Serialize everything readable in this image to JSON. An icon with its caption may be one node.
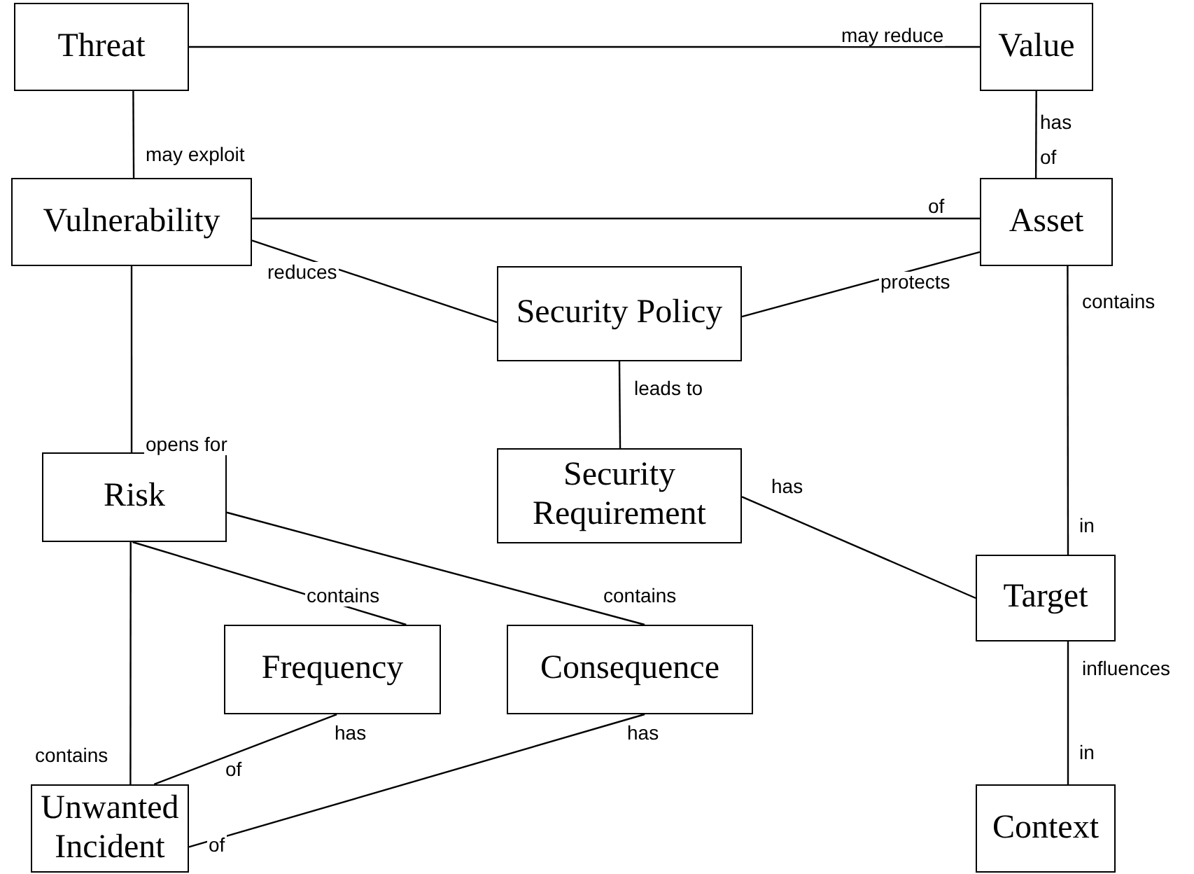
{
  "diagram": {
    "nodes": [
      {
        "text": [
          "Threat"
        ]
      },
      {
        "text": [
          "Value"
        ]
      },
      {
        "text": [
          "Vulnerability"
        ]
      },
      {
        "text": [
          "Asset"
        ]
      },
      {
        "text": [
          "Security Policy"
        ]
      },
      {
        "text": [
          "Risk"
        ]
      },
      {
        "text": [
          "Security Requirement"
        ]
      },
      {
        "text": [
          "Target"
        ]
      },
      {
        "text": [
          "Frequency"
        ]
      },
      {
        "text": [
          "Consequence"
        ]
      },
      {
        "text": [
          "Context"
        ]
      },
      {
        "text": [
          "Unwanted Incident"
        ]
      }
    ],
    "edges": [
      {
        "from": 0,
        "to": 1,
        "arrow": "none",
        "label": "may reduce"
      },
      {
        "from": 0,
        "to": 2,
        "arrow": "none",
        "label": "may exploit"
      },
      {
        "from": 1,
        "to": 3,
        "arrow": "none",
        "label": "has"
      },
      {
        "from": 2,
        "to": 3,
        "arrow": "none",
        "label": "of"
      },
      {
        "from": 2,
        "to": 4,
        "arrow": "none",
        "label": "reduces"
      },
      {
        "from": 3,
        "to": 4,
        "arrow": "none",
        "label": "protects"
      },
      {
        "from": 3,
        "to": 7,
        "arrow": "none",
        "label": "contains"
      },
      {
        "from": 4,
        "to": 6,
        "arrow": "none",
        "label": "leads to"
      },
      {
        "from": 2,
        "to": 5,
        "arrow": "none",
        "label": "opens for"
      },
      {
        "from": 6,
        "to": 7,
        "arrow": "none",
        "label": "has"
      },
      {
        "from": 5,
        "to": 8,
        "arrow": "none",
        "label": "contains"
      },
      {
        "from": 5,
        "to": 9,
        "arrow": "none",
        "label": "contains"
      },
      {
        "from": 5,
        "to": 11,
        "arrow": "none",
        "label": "contains"
      },
      {
        "from": 8,
        "to": 11,
        "arrow": "none",
        "label": "has"
      },
      {
        "from": 9,
        "to": 11,
        "arrow": "none",
        "label": "has"
      },
      {
        "from": 7,
        "to": 10,
        "arrow": "none",
        "label": "influences"
      }
    ],
    "labels": [
      "of",
      "in",
      "in",
      "of",
      "of"
    ]
  }
}
